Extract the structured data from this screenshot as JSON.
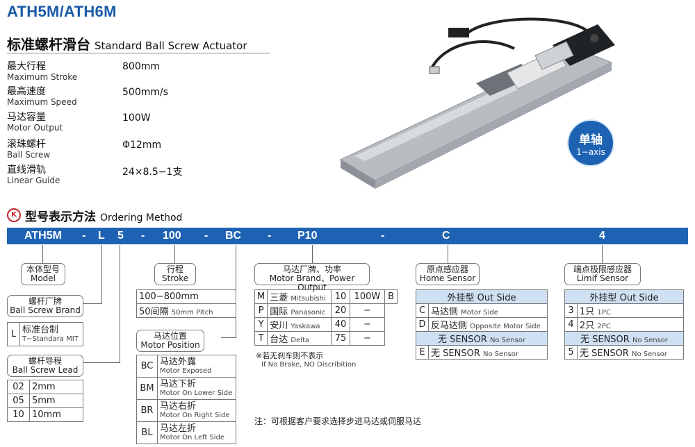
{
  "title": "ATH5M/ATH6M",
  "subtitle_cn": "标准螺杆滑台",
  "subtitle_en": "Standard Ball Screw Actuator",
  "specs": [
    {
      "cn": "最大行程",
      "en": "Maximum Stroke",
      "value": "800mm"
    },
    {
      "cn": "最高速度",
      "en": "Maximum Speed",
      "value": "500mm/s"
    },
    {
      "cn": "马达容量",
      "en": "Motor Output",
      "value": "100W"
    },
    {
      "cn": "滚珠螺杆",
      "en": "Ball Screw",
      "value": "Φ12mm"
    },
    {
      "cn": "直线滑轨",
      "en": "Linear Guide",
      "value": "24×8.5−1支"
    }
  ],
  "badge": {
    "cn": "单轴",
    "en": "1−axis"
  },
  "ordering": {
    "cn": "型号表示方法",
    "en": "Ordering Method"
  },
  "code": [
    "ATH5M",
    "-",
    "L",
    "5",
    "-",
    "100",
    "-",
    "BC",
    "-",
    "P10",
    "-",
    "C",
    "4"
  ],
  "labels": {
    "model": {
      "cn": "本体型号",
      "en": "Model"
    },
    "brand": {
      "cn": "螺杆厂牌",
      "en": "Ball Screw Brand"
    },
    "lead": {
      "cn": "螺杆导程",
      "en": "Ball Screw Lead"
    },
    "stroke": {
      "cn": "行程",
      "en": "Stroke"
    },
    "motor_pos": {
      "cn": "马达位置",
      "en": "Motor Position"
    },
    "motor_brand": {
      "cn": "马达厂牌、功率",
      "en": "Motor Brand、Power Output"
    },
    "home": {
      "cn": "原点感应器",
      "en": "Home Sensor"
    },
    "limit": {
      "cn": "端点极限感应器",
      "en": "Limif Sensor"
    }
  },
  "brand_rows": [
    {
      "code": "L",
      "cn": "标准台制",
      "en": "T−Standara MIT"
    }
  ],
  "lead_rows": [
    {
      "code": "02",
      "val": "2mm"
    },
    {
      "code": "05",
      "val": "5mm"
    },
    {
      "code": "10",
      "val": "10mm"
    }
  ],
  "stroke_rows": {
    "range": "100−800mm",
    "step_cn": "50间隔",
    "step_en": "50mm Pitch"
  },
  "motor_pos_rows": [
    {
      "code": "BC",
      "cn": "马达外露",
      "en": "Motor Exposed"
    },
    {
      "code": "BM",
      "cn": "马达下折",
      "en": "Motor On Lower Side"
    },
    {
      "code": "BR",
      "cn": "马达右折",
      "en": "Motor On Right Side"
    },
    {
      "code": "BL",
      "cn": "马达左折",
      "en": "Motor On Left Side"
    }
  ],
  "motor_rows": [
    {
      "code": "M",
      "cn": "三菱",
      "en": "Mitsubishi",
      "num": "10",
      "power": "100W",
      "b": "B"
    },
    {
      "code": "P",
      "cn": "国际",
      "en": "Panasonic",
      "num": "20",
      "power": "−",
      "b": ""
    },
    {
      "code": "Y",
      "cn": "安川",
      "en": "Yaskawa",
      "num": "40",
      "power": "−",
      "b": ""
    },
    {
      "code": "T",
      "cn": "台达",
      "en": "Delta",
      "num": "75",
      "power": "−",
      "b": ""
    }
  ],
  "brake_note_cn": "※若无刹车则不表示",
  "brake_note_en": "If No Brake, NO Discribition",
  "home_header": {
    "cn": "外挂型",
    "en": "Out Side"
  },
  "home_rows": [
    {
      "code": "C",
      "cn": "马达侧",
      "en": "Motor Side"
    },
    {
      "code": "D",
      "cn": "反马达侧",
      "en": "Opposite Motor Side"
    }
  ],
  "home_none": {
    "text": "无 SENSOR",
    "en": "No Sensor"
  },
  "home_e": {
    "code": "E",
    "text": "无 SENSOR",
    "en": "No Sensor"
  },
  "limit_header": {
    "cn": "外挂型",
    "en": "Out Side"
  },
  "limit_rows": [
    {
      "code": "3",
      "cn": "1只",
      "en": "1PC"
    },
    {
      "code": "4",
      "cn": "2只",
      "en": "2PC"
    }
  ],
  "limit_none": {
    "text": "无 SENSOR",
    "en": "No Sensor"
  },
  "limit_5": {
    "code": "5",
    "text": "无 SENSOR",
    "en": "No Sensor"
  },
  "footnote": "注：可根据客户要求选择步进马达或伺服马达",
  "colors": {
    "brand_blue": "#1e63b3",
    "header_blue": "#cfe0f2"
  }
}
